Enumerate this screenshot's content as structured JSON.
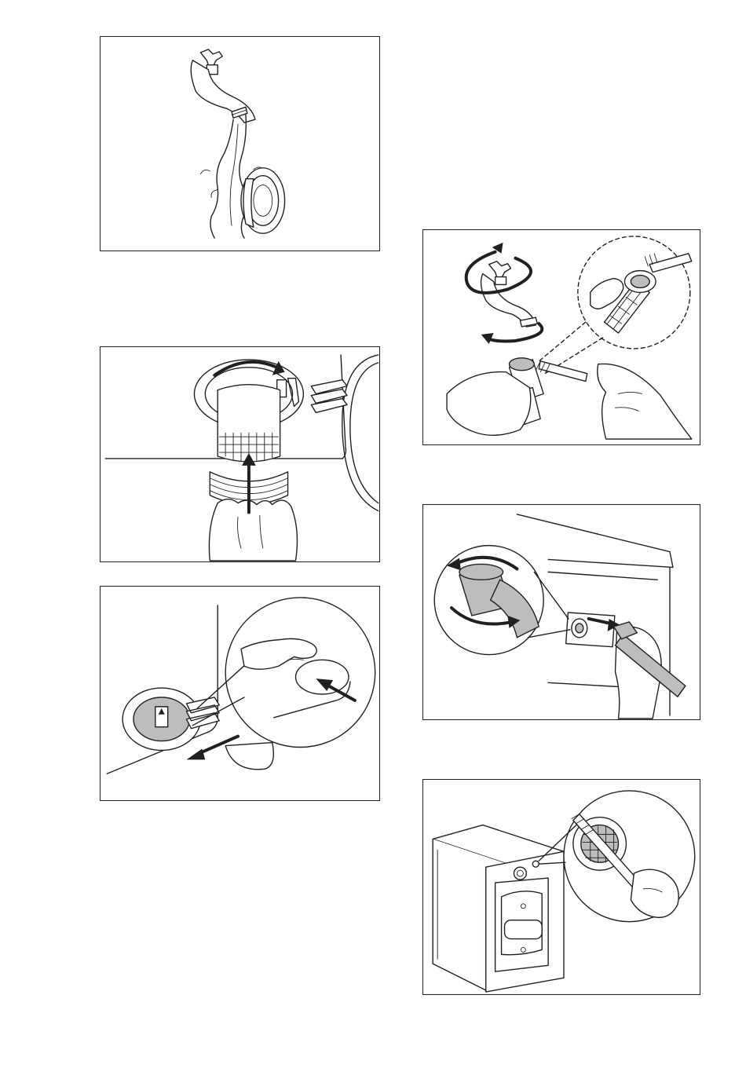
{
  "document": {
    "figures": [
      {
        "id": "fig-rinse-filter-under-tap",
        "content": "tap-rinsing-drain-filter"
      },
      {
        "id": "fig-insert-drain-filter",
        "content": "drain-filter-insertion"
      },
      {
        "id": "fig-close-filter-door",
        "content": "filter-door-closing"
      },
      {
        "id": "fig-clean-hose-filter",
        "content": "tap-and-hose-filter-brush"
      },
      {
        "id": "fig-remove-inlet-hose",
        "content": "inlet-hose-removal"
      },
      {
        "id": "fig-clean-inlet-valve-filter",
        "content": "appliance-inlet-filter-brush"
      }
    ],
    "colors": {
      "line": "#231f20",
      "paper": "#ffffff",
      "shade": "#bdbdbd"
    }
  }
}
